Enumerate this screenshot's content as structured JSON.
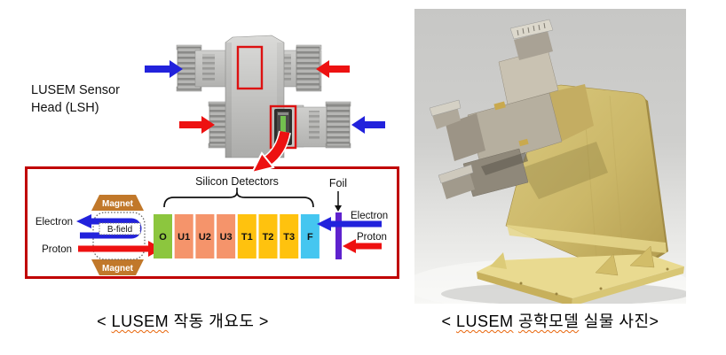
{
  "left_panel": {
    "sensor_head_label": "LUSEM Sensor Head (LSH)",
    "photo_annotations": {
      "arrow_blue": "#2222DC",
      "arrow_red": "#ED1111",
      "highlight_red": "#DD1111"
    },
    "caption": {
      "open": "< ",
      "lusem": "LUSEM",
      "rest": " 작동 개요도 >"
    }
  },
  "diagram": {
    "silicon_detectors": "Silicon Detectors",
    "foil": "Foil",
    "electron_left": "Electron",
    "proton_left": "Proton",
    "electron_right": "Electron",
    "proton_right": "Proton",
    "magnet_top": "Magnet",
    "magnet_bottom": "Magnet",
    "b_field": "B-field",
    "detectors": [
      {
        "label": "O",
        "color": "#8CC63E"
      },
      {
        "label": "U1",
        "color": "#F5946B"
      },
      {
        "label": "U2",
        "color": "#F5946B"
      },
      {
        "label": "U3",
        "color": "#F5946B"
      },
      {
        "label": "T1",
        "color": "#FFC20E"
      },
      {
        "label": "T2",
        "color": "#FFC20E"
      },
      {
        "label": "T3",
        "color": "#FFC20E"
      },
      {
        "label": "F",
        "color": "#45C6F0"
      }
    ],
    "colors": {
      "box_border": "#C00000",
      "electron_arrow": "#2222DC",
      "proton_arrow": "#EE1111",
      "magnet": "#C1782A",
      "foil_bar": "#5E22CE"
    }
  },
  "right_panel": {
    "caption": {
      "open": "< ",
      "lusem": "LUSEM",
      "sp": " ",
      "model": "공학모델",
      "rest": " 실물 사진>"
    }
  }
}
